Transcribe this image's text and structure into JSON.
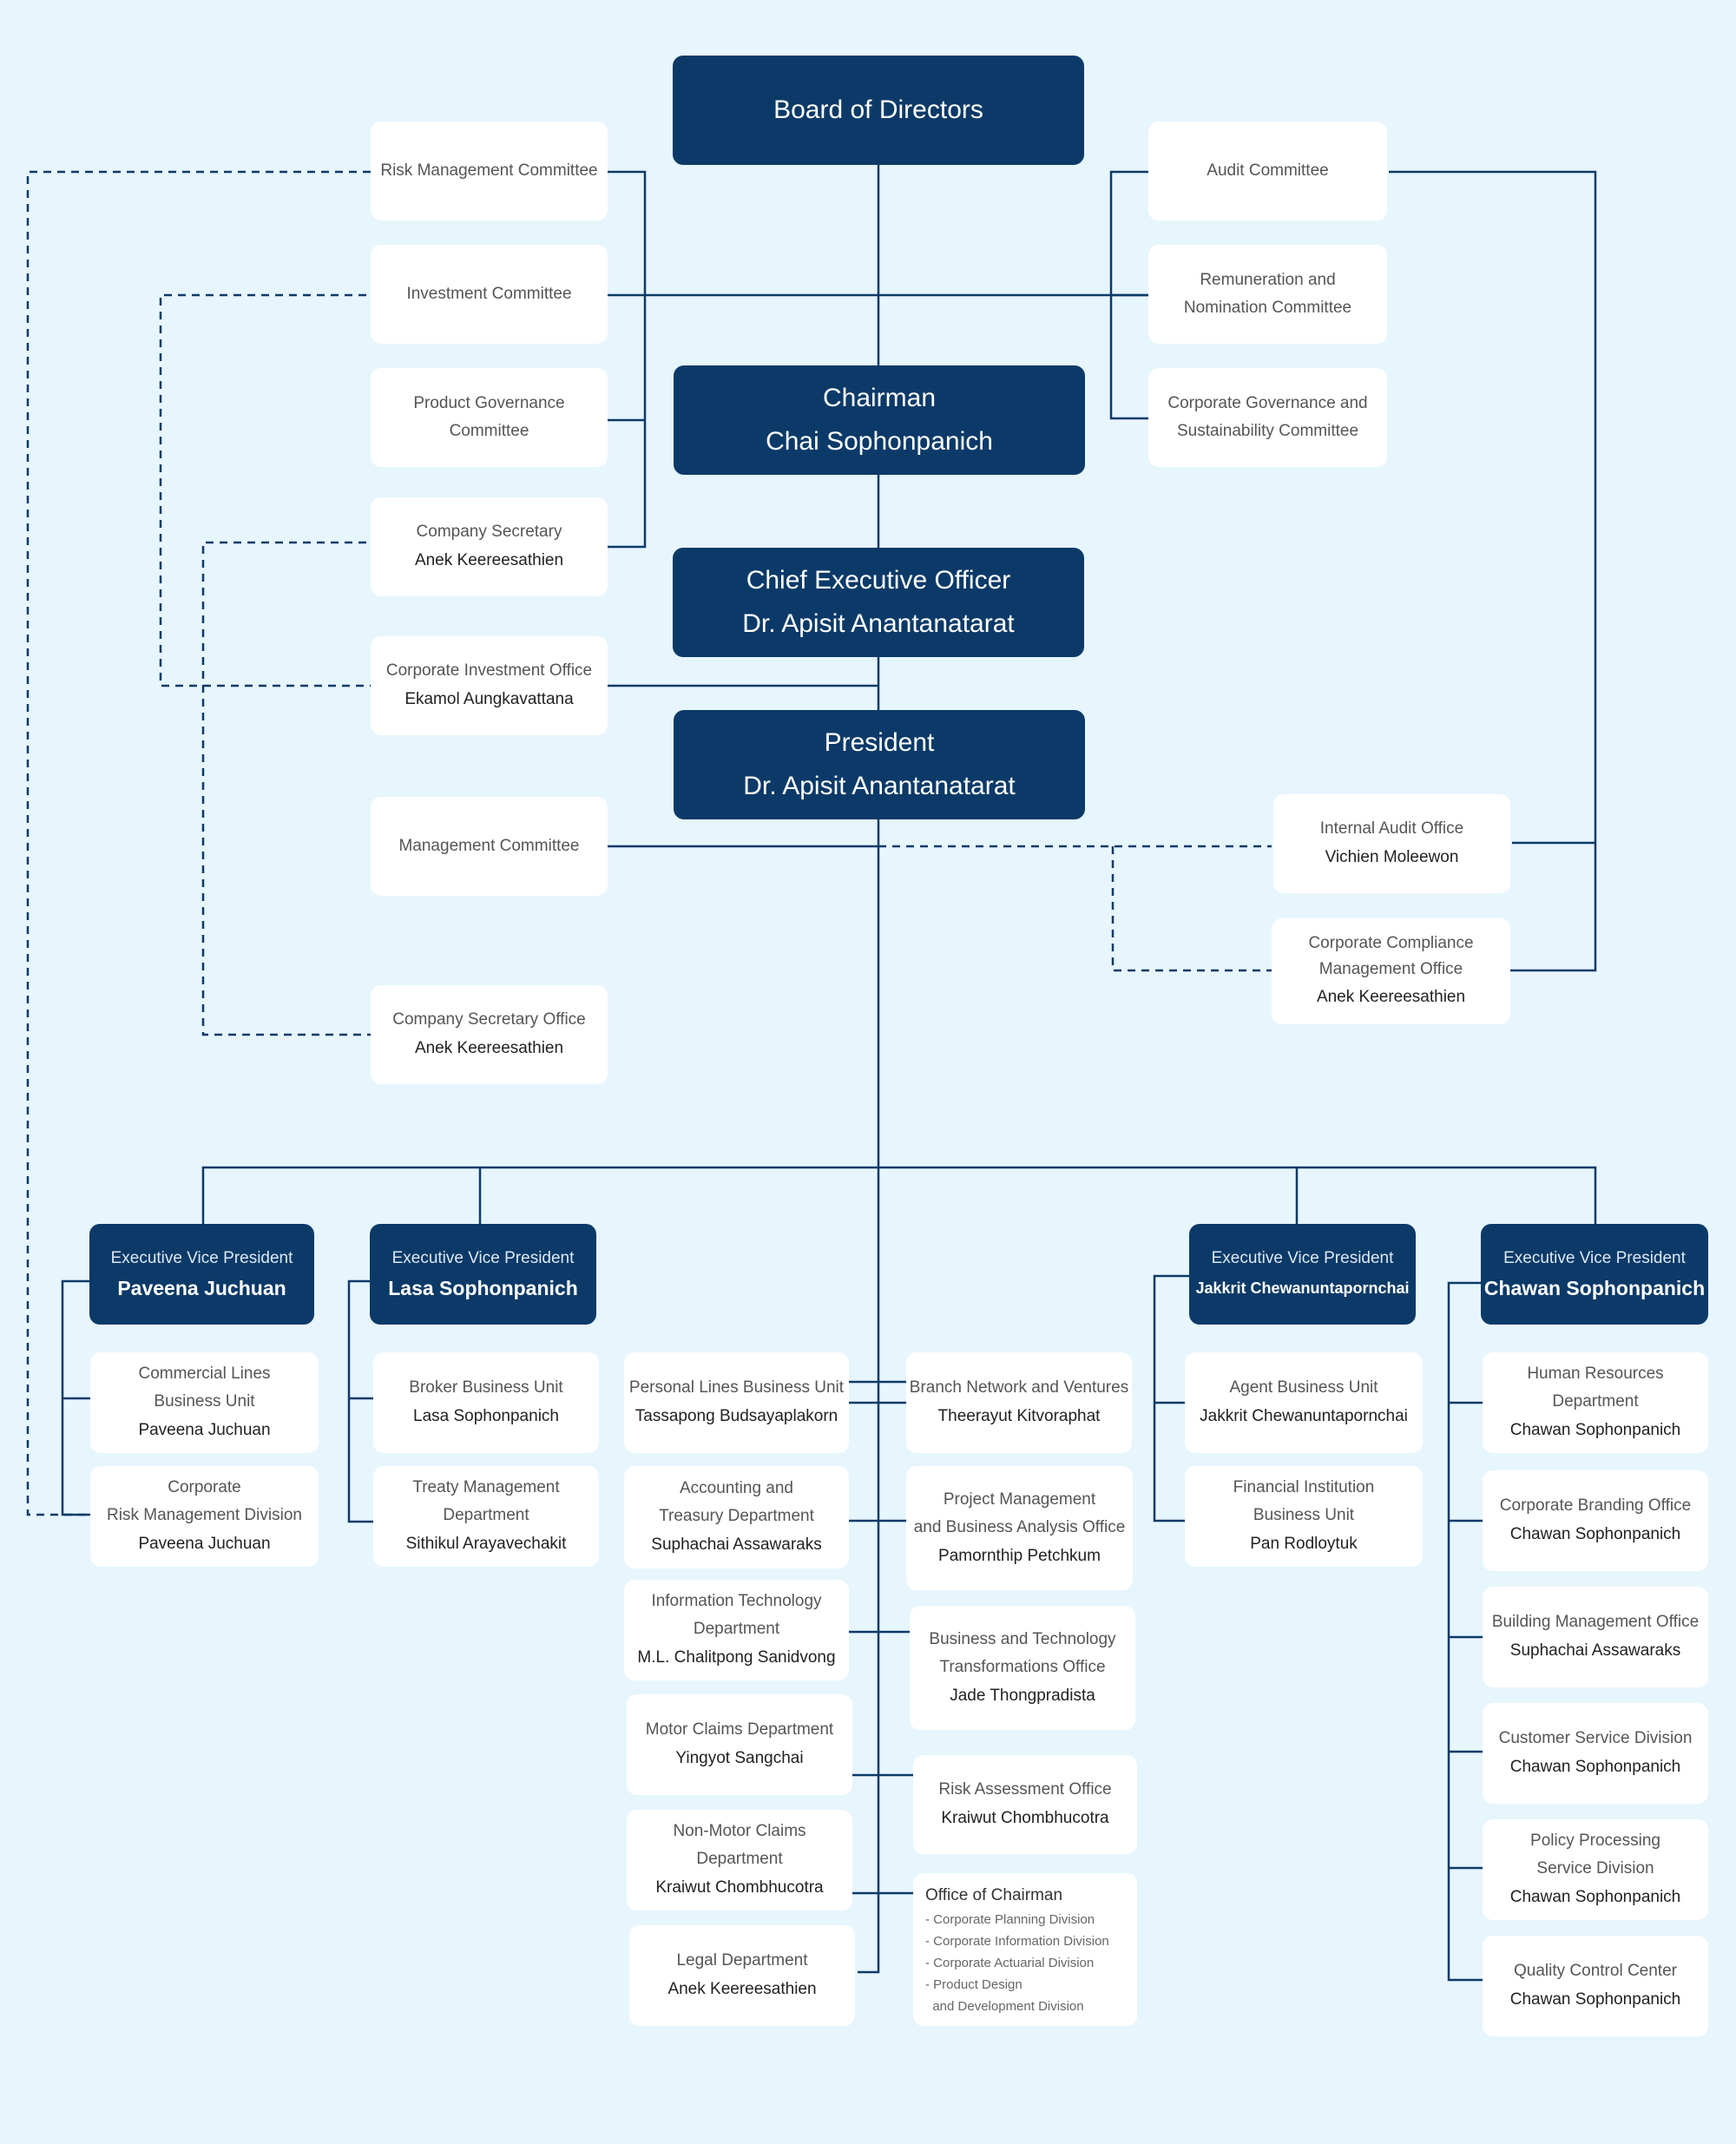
{
  "colors": {
    "background": "#e7f5fd",
    "dark_box": "#0c3a68",
    "light_box": "#ffffff",
    "line": "#0c3a68"
  },
  "board": {
    "title": "Board of Directors"
  },
  "chairman": {
    "title": "Chairman",
    "name": "Chai Sophonpanich"
  },
  "ceo": {
    "title": "Chief Executive Officer",
    "name": "Dr. Apisit Anantanatarat"
  },
  "president": {
    "title": "President",
    "name": "Dr. Apisit Anantanatarat"
  },
  "committees_left": {
    "risk": "Risk Management Committee",
    "investment": "Investment Committee",
    "product_gov": [
      "Product Governance",
      "Committee"
    ],
    "secretary": {
      "title": "Company Secretary",
      "name": "Anek Keereesathien"
    },
    "corp_invest": {
      "title": "Corporate Investment Office",
      "name": "Ekamol Aungkavattana"
    },
    "management": "Management Committee",
    "secretary_office": {
      "title": "Company Secretary Office",
      "name": "Anek Keereesathien"
    }
  },
  "committees_right": {
    "audit": "Audit Committee",
    "remuneration": [
      "Remuneration and",
      "Nomination Committee"
    ],
    "governance": [
      "Corporate Governance and",
      "Sustainability Committee"
    ],
    "internal_audit": {
      "title": "Internal Audit Office",
      "name": "Vichien Moleewon"
    },
    "compliance": {
      "title": [
        "Corporate Compliance",
        "Management Office"
      ],
      "name": "Anek Keereesathien"
    }
  },
  "evp_label": "Executive Vice President",
  "evps": [
    {
      "name": "Paveena Juchuan"
    },
    {
      "name": "Lasa Sophonpanich"
    },
    {
      "name": "Jakkrit Chewanuntapornchai"
    },
    {
      "name": "Chawan Sophonpanich"
    }
  ],
  "evp1_units": [
    {
      "title": [
        "Commercial Lines",
        "Business Unit"
      ],
      "name": "Paveena Juchuan"
    },
    {
      "title": [
        "Corporate",
        "Risk Management Division"
      ],
      "name": "Paveena Juchuan"
    }
  ],
  "evp2_units": [
    {
      "title": [
        "Broker Business Unit"
      ],
      "name": "Lasa Sophonpanich"
    },
    {
      "title": [
        "Treaty Management",
        "Department"
      ],
      "name": "Sithikul Arayavechakit"
    }
  ],
  "center_left": [
    {
      "title": [
        "Personal Lines Business Unit"
      ],
      "name": "Tassapong Budsayaplakorn"
    },
    {
      "title": [
        "Accounting and",
        "Treasury Department"
      ],
      "name": "Suphachai Assawaraks"
    },
    {
      "title": [
        "Information Technology",
        "Department"
      ],
      "name": "M.L. Chalitpong Sanidvong"
    },
    {
      "title": [
        "Motor Claims Department"
      ],
      "name": "Yingyot Sangchai"
    },
    {
      "title": [
        "Non-Motor Claims",
        "Department"
      ],
      "name": "Kraiwut Chombhucotra"
    },
    {
      "title": [
        "Legal Department"
      ],
      "name": "Anek Keereesathien"
    }
  ],
  "center_right": [
    {
      "title": [
        "Branch Network and Ventures"
      ],
      "name": "Theerayut Kitvoraphat"
    },
    {
      "title": [
        "Project Management",
        "and Business Analysis Office"
      ],
      "name": "Pamornthip Petchkum"
    },
    {
      "title": [
        "Business and Technology",
        "Transformations Office"
      ],
      "name": "Jade Thongpradista"
    },
    {
      "title": [
        "Risk Assessment Office"
      ],
      "name": "Kraiwut Chombhucotra"
    }
  ],
  "office_of_chairman": {
    "title": "Office of Chairman",
    "divisions": [
      "- Corporate Planning Division",
      "- Corporate Information Division",
      "- Corporate Actuarial Division",
      "- Product Design",
      "  and Development Division"
    ]
  },
  "evp3_units": [
    {
      "title": [
        "Agent Business Unit"
      ],
      "name": "Jakkrit Chewanuntapornchai"
    },
    {
      "title": [
        "Financial Institution",
        "Business Unit"
      ],
      "name": "Pan Rodloytuk"
    }
  ],
  "evp4_units": [
    {
      "title": [
        "Human Resources",
        "Department"
      ],
      "name": "Chawan Sophonpanich"
    },
    {
      "title": [
        "Corporate Branding Office"
      ],
      "name": "Chawan Sophonpanich"
    },
    {
      "title": [
        "Building Management Office"
      ],
      "name": "Suphachai Assawaraks"
    },
    {
      "title": [
        "Customer Service Division"
      ],
      "name": "Chawan Sophonpanich"
    },
    {
      "title": [
        "Policy Processing",
        "Service Division"
      ],
      "name": "Chawan Sophonpanich"
    },
    {
      "title": [
        "Quality Control Center"
      ],
      "name": "Chawan Sophonpanich"
    }
  ]
}
